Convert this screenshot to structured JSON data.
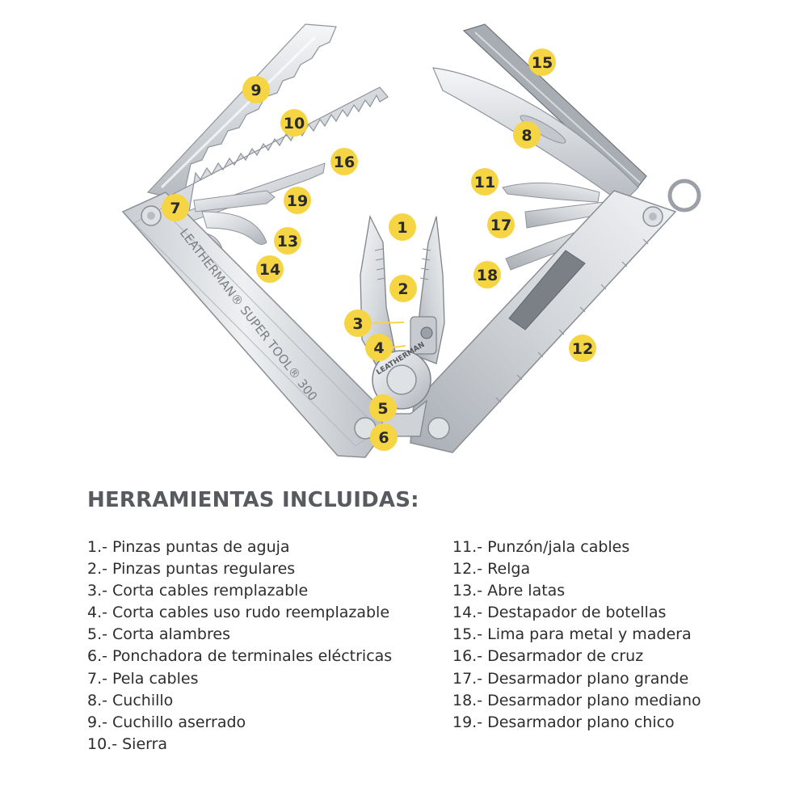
{
  "brand_engraving": "LEATHERMAN® SUPER TOOL® 300",
  "brand_small": "LEATHERMAN",
  "badges": [
    "1",
    "2",
    "3",
    "4",
    "5",
    "6",
    "7",
    "8",
    "9",
    "10",
    "11",
    "12",
    "13",
    "14",
    "15",
    "16",
    "17",
    "18",
    "19"
  ],
  "heading": "HERRAMIENTAS INCLUIDAS:",
  "tools_left": [
    "1.- Pinzas puntas de aguja",
    "2.- Pinzas puntas regulares",
    "3.- Corta cables remplazable",
    "4.- Corta cables uso rudo reemplazable",
    "5.- Corta alambres",
    "6.- Ponchadora de terminales eléctricas",
    "7.- Pela cables",
    "8.- Cuchillo",
    "9.- Cuchillo aserrado",
    "10.- Sierra"
  ],
  "tools_right": [
    "11.- Punzón/jala cables",
    "12.- Relga",
    "13.- Abre latas",
    "14.- Destapador de botellas",
    "15.- Lima para metal y madera",
    "16.- Desarmador de cruz",
    "17.- Desarmador plano grande",
    "18.- Desarmador plano mediano",
    "19.- Desarmador plano chico"
  ],
  "colors": {
    "badge": "#f6d545",
    "steel_light": "#e7e9ec",
    "steel_dark": "#9ea3a9",
    "heading": "#575a5e",
    "text": "#2d2d2d"
  }
}
